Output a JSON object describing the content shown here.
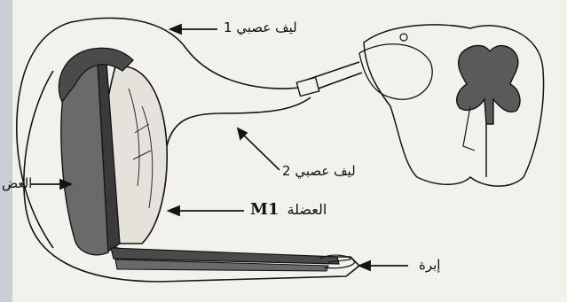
{
  "labels": {
    "fiber1": "ليف عصبي 1",
    "fiber2": "ليف عصبي 2",
    "muscle_m1_name": "العضلة",
    "muscle_m1_code": "M1",
    "needle": "إبرة",
    "muscle_left_cut": "العض"
  },
  "colors": {
    "ink": "#141414",
    "paper": "#f2f1ec",
    "shade": "#3a3a3a"
  }
}
